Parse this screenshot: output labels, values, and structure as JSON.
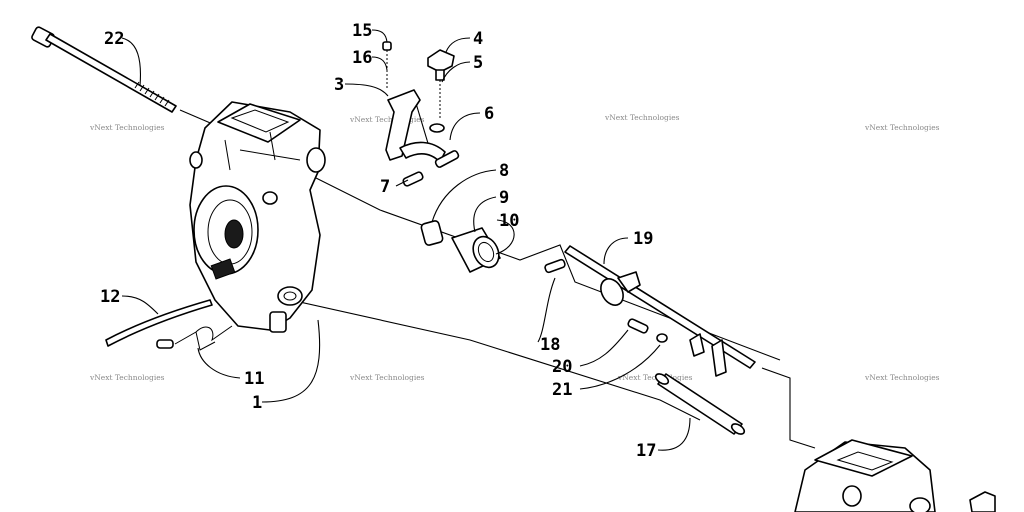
{
  "callouts": {
    "c1": "1",
    "c3": "3",
    "c4": "4",
    "c5": "5",
    "c6": "6",
    "c7": "7",
    "c8": "8",
    "c9": "9",
    "c10": "10",
    "c11": "11",
    "c12": "12",
    "c15": "15",
    "c16": "16",
    "c17": "17",
    "c18": "18",
    "c19": "19",
    "c20": "20",
    "c21": "21",
    "c22": "22"
  },
  "watermark": "vNext Technologies"
}
